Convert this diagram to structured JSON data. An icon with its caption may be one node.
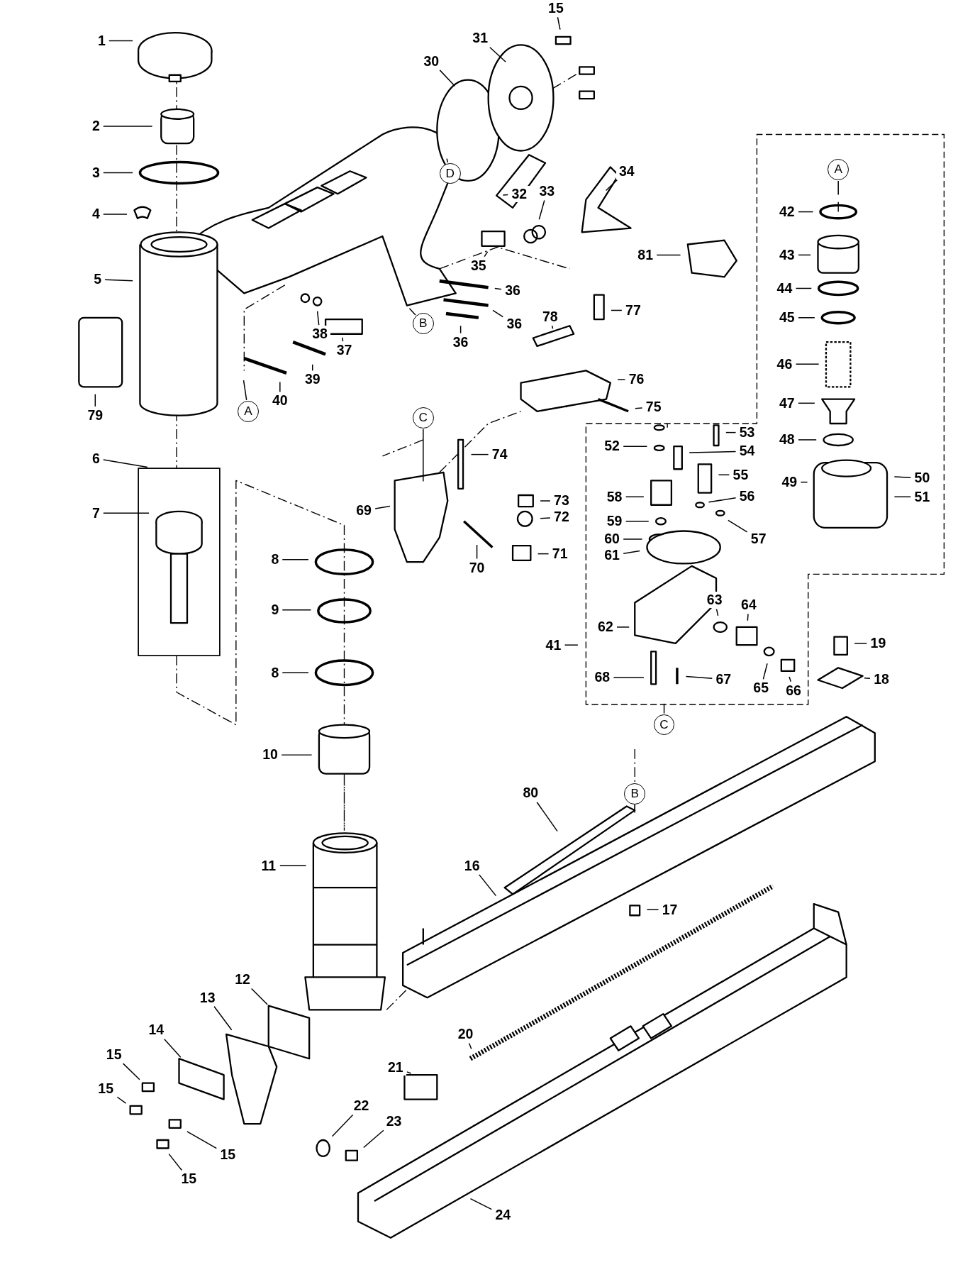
{
  "diagram": {
    "nodes": [
      {
        "text": [
          "1"
        ]
      },
      {
        "text": [
          "2"
        ]
      },
      {
        "text": [
          "3"
        ]
      },
      {
        "text": [
          "4"
        ]
      },
      {
        "text": [
          "5"
        ]
      },
      {
        "text": [
          "79"
        ]
      },
      {
        "text": [
          "6"
        ]
      },
      {
        "text": [
          "7"
        ]
      },
      {
        "text": [
          "15"
        ]
      },
      {
        "text": [
          "31"
        ]
      },
      {
        "text": [
          "30"
        ]
      },
      {
        "text": [
          "D"
        ]
      },
      {
        "text": [
          "32"
        ]
      },
      {
        "text": [
          "33"
        ]
      },
      {
        "text": [
          "34"
        ]
      },
      {
        "text": [
          "35"
        ]
      },
      {
        "text": [
          "81"
        ]
      },
      {
        "text": [
          "36"
        ]
      },
      {
        "text": [
          "36"
        ]
      },
      {
        "text": [
          "36"
        ]
      },
      {
        "text": [
          "B"
        ]
      },
      {
        "text": [
          "38"
        ]
      },
      {
        "text": [
          "37"
        ]
      },
      {
        "text": [
          "39"
        ]
      },
      {
        "text": [
          "40"
        ]
      },
      {
        "text": [
          "A"
        ]
      },
      {
        "text": [
          "78"
        ]
      },
      {
        "text": [
          "77"
        ]
      },
      {
        "text": [
          "76"
        ]
      },
      {
        "text": [
          "75"
        ]
      },
      {
        "text": [
          "C"
        ]
      },
      {
        "text": [
          "74"
        ]
      },
      {
        "text": [
          "69"
        ]
      },
      {
        "text": [
          "73"
        ]
      },
      {
        "text": [
          "72"
        ]
      },
      {
        "text": [
          "70"
        ]
      },
      {
        "text": [
          "71"
        ]
      },
      {
        "text": [
          "A"
        ]
      },
      {
        "text": [
          "42"
        ]
      },
      {
        "text": [
          "43"
        ]
      },
      {
        "text": [
          "44"
        ]
      },
      {
        "text": [
          "45"
        ]
      },
      {
        "text": [
          "46"
        ]
      },
      {
        "text": [
          "47"
        ]
      },
      {
        "text": [
          "48"
        ]
      },
      {
        "text": [
          "49"
        ]
      },
      {
        "text": [
          "50"
        ]
      },
      {
        "text": [
          "51"
        ]
      },
      {
        "text": [
          "53"
        ]
      },
      {
        "text": [
          "52"
        ]
      },
      {
        "text": [
          "54"
        ]
      },
      {
        "text": [
          "55"
        ]
      },
      {
        "text": [
          "58"
        ]
      },
      {
        "text": [
          "56"
        ]
      },
      {
        "text": [
          "59"
        ]
      },
      {
        "text": [
          "57"
        ]
      },
      {
        "text": [
          "60"
        ]
      },
      {
        "text": [
          "61"
        ]
      },
      {
        "text": [
          "63"
        ]
      },
      {
        "text": [
          "64"
        ]
      },
      {
        "text": [
          "62"
        ]
      },
      {
        "text": [
          "65"
        ]
      },
      {
        "text": [
          "66"
        ]
      },
      {
        "text": [
          "41"
        ]
      },
      {
        "text": [
          "19"
        ]
      },
      {
        "text": [
          "68"
        ]
      },
      {
        "text": [
          "67"
        ]
      },
      {
        "text": [
          "18"
        ]
      },
      {
        "text": [
          "C"
        ]
      },
      {
        "text": [
          "8"
        ]
      },
      {
        "text": [
          "9"
        ]
      },
      {
        "text": [
          "8"
        ]
      },
      {
        "text": [
          "10"
        ]
      },
      {
        "text": [
          "B"
        ]
      },
      {
        "text": [
          "80"
        ]
      },
      {
        "text": [
          "11"
        ]
      },
      {
        "text": [
          "16"
        ]
      },
      {
        "text": [
          "17"
        ]
      },
      {
        "text": [
          "12"
        ]
      },
      {
        "text": [
          "13"
        ]
      },
      {
        "text": [
          "14"
        ]
      },
      {
        "text": [
          "20"
        ]
      },
      {
        "text": [
          "15"
        ]
      },
      {
        "text": [
          "21"
        ]
      },
      {
        "text": [
          "15"
        ]
      },
      {
        "text": [
          "22"
        ]
      },
      {
        "text": [
          "23"
        ]
      },
      {
        "text": [
          "15"
        ]
      },
      {
        "text": [
          "15"
        ]
      },
      {
        "text": [
          "24"
        ]
      }
    ],
    "edges": [
      {
        "from": 0,
        "to": null,
        "arrow": "none"
      },
      {
        "from": 1,
        "to": null,
        "arrow": "none"
      },
      {
        "from": 2,
        "to": null,
        "arrow": "none"
      },
      {
        "from": 3,
        "to": null,
        "arrow": "none"
      },
      {
        "from": 4,
        "to": null,
        "arrow": "none"
      },
      {
        "from": 5,
        "to": null,
        "arrow": "none"
      },
      {
        "from": 6,
        "to": null,
        "arrow": "none"
      },
      {
        "from": 7,
        "to": null,
        "arrow": "none"
      },
      {
        "from": 8,
        "to": null,
        "arrow": "none"
      },
      {
        "from": 9,
        "to": null,
        "arrow": "none"
      },
      {
        "from": 10,
        "to": null,
        "arrow": "none"
      },
      {
        "from": 11,
        "to": null,
        "arrow": "none"
      },
      {
        "from": 12,
        "to": null,
        "arrow": "none"
      },
      {
        "from": 13,
        "to": null,
        "arrow": "none"
      },
      {
        "from": 14,
        "to": null,
        "arrow": "none"
      },
      {
        "from": 15,
        "to": null,
        "arrow": "none"
      },
      {
        "from": 16,
        "to": null,
        "arrow": "none"
      },
      {
        "from": 17,
        "to": null,
        "arrow": "none"
      },
      {
        "from": 18,
        "to": null,
        "arrow": "none"
      },
      {
        "from": 19,
        "to": null,
        "arrow": "none"
      },
      {
        "from": 20,
        "to": null,
        "arrow": "none"
      },
      {
        "from": 21,
        "to": null,
        "arrow": "none"
      },
      {
        "from": 22,
        "to": null,
        "arrow": "none"
      },
      {
        "from": 23,
        "to": null,
        "arrow": "none"
      },
      {
        "from": 24,
        "to": null,
        "arrow": "none"
      },
      {
        "from": 25,
        "to": null,
        "arrow": "none"
      },
      {
        "from": 26,
        "to": null,
        "arrow": "none"
      },
      {
        "from": 27,
        "to": null,
        "arrow": "none"
      },
      {
        "from": 28,
        "to": null,
        "arrow": "none"
      },
      {
        "from": 29,
        "to": null,
        "arrow": "none"
      },
      {
        "from": 30,
        "to": null,
        "arrow": "none"
      },
      {
        "from": 31,
        "to": null,
        "arrow": "none"
      },
      {
        "from": 32,
        "to": null,
        "arrow": "none"
      },
      {
        "from": 33,
        "to": null,
        "arrow": "none"
      },
      {
        "from": 34,
        "to": null,
        "arrow": "none"
      },
      {
        "from": 35,
        "to": null,
        "arrow": "none"
      },
      {
        "from": 36,
        "to": null,
        "arrow": "none"
      },
      {
        "from": 37,
        "to": null,
        "arrow": "none"
      },
      {
        "from": 38,
        "to": null,
        "arrow": "none"
      },
      {
        "from": 39,
        "to": null,
        "arrow": "none"
      },
      {
        "from": 40,
        "to": null,
        "arrow": "none"
      },
      {
        "from": 41,
        "to": null,
        "arrow": "none"
      },
      {
        "from": 42,
        "to": null,
        "arrow": "none"
      },
      {
        "from": 43,
        "to": null,
        "arrow": "none"
      },
      {
        "from": 44,
        "to": null,
        "arrow": "none"
      },
      {
        "from": 45,
        "to": null,
        "arrow": "none"
      },
      {
        "from": 46,
        "to": null,
        "arrow": "none"
      },
      {
        "from": 47,
        "to": null,
        "arrow": "none"
      },
      {
        "from": 48,
        "to": null,
        "arrow": "none"
      },
      {
        "from": 49,
        "to": null,
        "arrow": "none"
      },
      {
        "from": 50,
        "to": null,
        "arrow": "none"
      },
      {
        "from": 51,
        "to": null,
        "arrow": "none"
      },
      {
        "from": 52,
        "to": null,
        "arrow": "none"
      },
      {
        "from": 53,
        "to": null,
        "arrow": "none"
      },
      {
        "from": 54,
        "to": null,
        "arrow": "none"
      },
      {
        "from": 55,
        "to": null,
        "arrow": "none"
      },
      {
        "from": 56,
        "to": null,
        "arrow": "none"
      },
      {
        "from": 57,
        "to": null,
        "arrow": "none"
      },
      {
        "from": 58,
        "to": null,
        "arrow": "none"
      },
      {
        "from": 59,
        "to": null,
        "arrow": "none"
      },
      {
        "from": 60,
        "to": null,
        "arrow": "none"
      },
      {
        "from": 61,
        "to": null,
        "arrow": "none"
      },
      {
        "from": 62,
        "to": null,
        "arrow": "none"
      },
      {
        "from": 63,
        "to": null,
        "arrow": "none"
      },
      {
        "from": 64,
        "to": null,
        "arrow": "none"
      },
      {
        "from": 65,
        "to": null,
        "arrow": "none"
      },
      {
        "from": 66,
        "to": null,
        "arrow": "none"
      },
      {
        "from": 67,
        "to": null,
        "arrow": "none"
      },
      {
        "from": 68,
        "to": null,
        "arrow": "none"
      },
      {
        "from": 69,
        "to": null,
        "arrow": "none"
      },
      {
        "from": 70,
        "to": null,
        "arrow": "none"
      },
      {
        "from": 71,
        "to": null,
        "arrow": "none"
      },
      {
        "from": 72,
        "to": null,
        "arrow": "none"
      },
      {
        "from": 73,
        "to": null,
        "arrow": "none"
      },
      {
        "from": 74,
        "to": null,
        "arrow": "none"
      },
      {
        "from": 75,
        "to": null,
        "arrow": "none"
      },
      {
        "from": 76,
        "to": null,
        "arrow": "none"
      },
      {
        "from": 77,
        "to": null,
        "arrow": "none"
      },
      {
        "from": 78,
        "to": null,
        "arrow": "none"
      },
      {
        "from": 79,
        "to": null,
        "arrow": "none"
      },
      {
        "from": 80,
        "to": null,
        "arrow": "none"
      },
      {
        "from": 81,
        "to": null,
        "arrow": "none"
      },
      {
        "from": 82,
        "to": null,
        "arrow": "none"
      },
      {
        "from": 83,
        "to": null,
        "arrow": "none"
      },
      {
        "from": 84,
        "to": null,
        "arrow": "none"
      },
      {
        "from": 85,
        "to": null,
        "arrow": "none"
      },
      {
        "from": 86,
        "to": null,
        "arrow": "none"
      },
      {
        "from": 87,
        "to": null,
        "arrow": "none"
      },
      {
        "from": 88,
        "to": null,
        "arrow": "none"
      },
      {
        "from": 89,
        "to": null,
        "arrow": "none"
      }
    ]
  }
}
